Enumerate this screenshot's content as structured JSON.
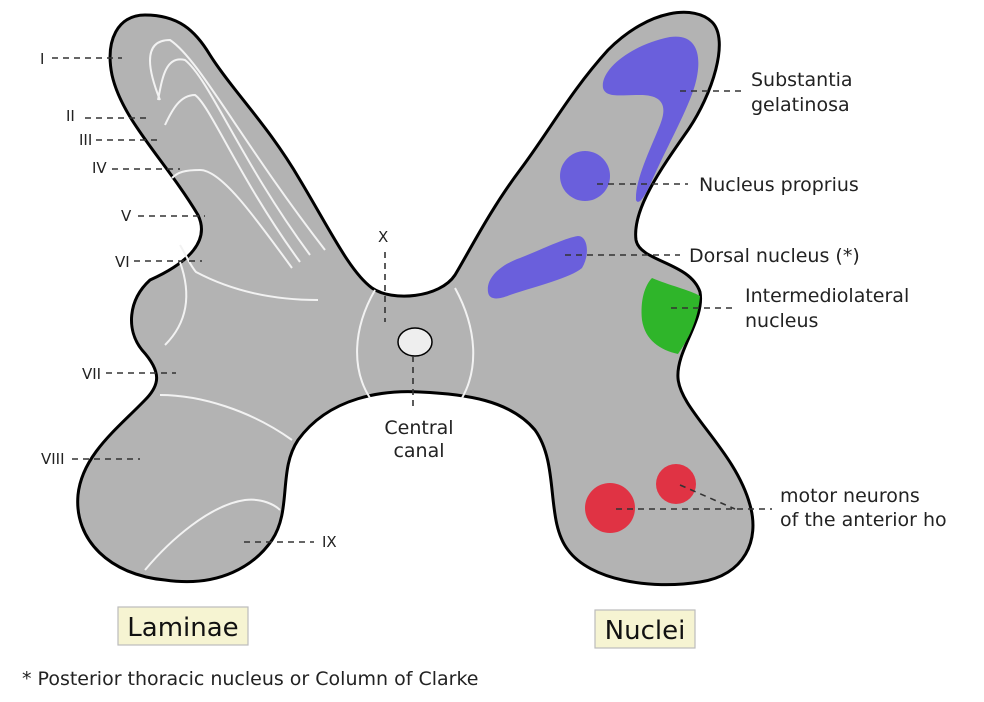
{
  "laminae": {
    "I": "I",
    "II": "II",
    "III": "III",
    "IV": "IV",
    "V": "V",
    "VI": "VI",
    "VII": "VII",
    "VIII": "VIII",
    "IX": "IX",
    "X": "X"
  },
  "labels": {
    "substantia_1": "Substantia",
    "substantia_2": "gelatinosa",
    "nucleus_proprius": "Nucleus proprius",
    "dorsal_nucleus": "Dorsal nucleus (*)",
    "intermediolateral_1": "Intermediolateral",
    "intermediolateral_2": "nucleus",
    "motor_1": "motor neurons",
    "motor_2": "of the anterior hor",
    "central_1": "Central",
    "central_2": "canal"
  },
  "boxes": {
    "laminae": "Laminae",
    "nuclei": "Nuclei"
  },
  "footnote": "* Posterior thoracic nucleus or Column of Clarke",
  "colors": {
    "gray_matter": "#b3b3b3",
    "outline": "#000000",
    "nucleus_blue": "#6a5fdc",
    "intermediolateral_green": "#2fb52a",
    "motor_red": "#e03344",
    "label_box": "#f6f4d2"
  }
}
